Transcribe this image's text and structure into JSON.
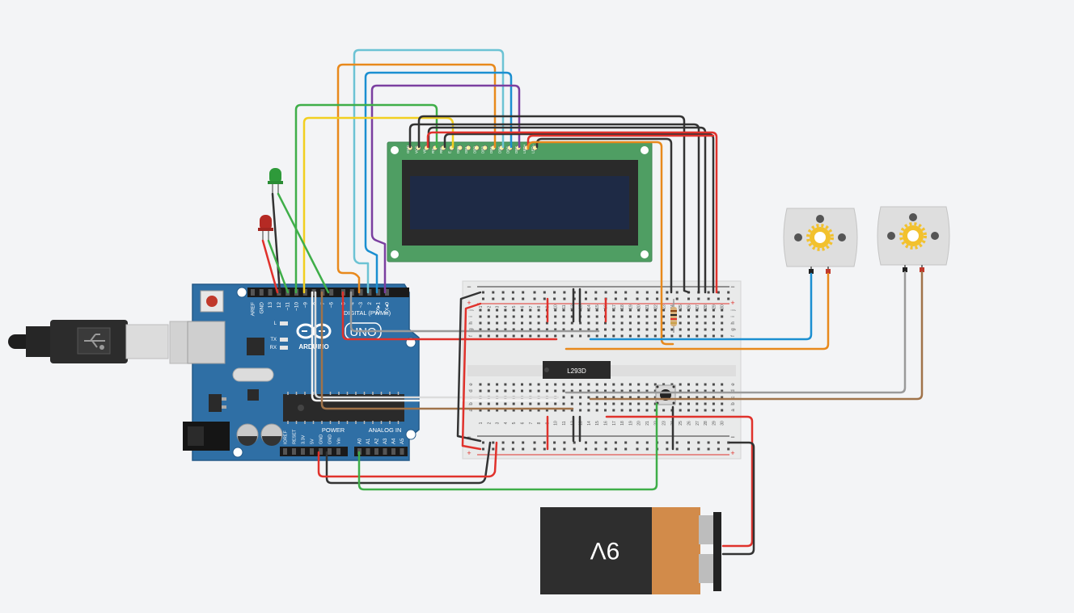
{
  "colors": {
    "background": "#f3f4f6",
    "arduino_board": "#2f6fa5",
    "lcd_board": "#4f9e63",
    "lcd_screen": "#1e2a45",
    "breadboard": "#e9eaea",
    "battery_body": "#2e2e2e",
    "battery_cap": "#d28b4a",
    "motor_body": "#d9d9d9",
    "motor_gear": "#f2c12e",
    "wire_red": "#e0322c",
    "wire_black": "#333333",
    "wire_green": "#3fae49",
    "wire_yellow": "#f2cf20",
    "wire_orange": "#e8891c",
    "wire_cyan": "#6cc3d4",
    "wire_blue": "#1b8fd1",
    "wire_purple": "#7b3fa0",
    "wire_white": "#f4f4f4",
    "wire_gray": "#9a9a9a",
    "wire_brown": "#a0734a"
  },
  "arduino": {
    "brand": "ARDUINO",
    "model": "UNO",
    "digital_header": "DIGITAL (PWM~)",
    "analog_header": "ANALOG IN",
    "power_header": "POWER",
    "top_pins": [
      "AREF",
      "GND",
      "13",
      "12",
      "~11",
      "~10",
      "~9",
      "8",
      "7",
      "~6",
      "~5",
      "4",
      "~3",
      "2",
      "TX▸1",
      "RX◂0"
    ],
    "power_pins": [
      "IOREF",
      "RESET",
      "3.3V",
      "5V",
      "GND",
      "GND",
      "Vin"
    ],
    "analog_pins": [
      "A0",
      "A1",
      "A2",
      "A3",
      "A4",
      "A5"
    ],
    "leds": [
      "L",
      "TX",
      "RX"
    ]
  },
  "lcd": {
    "pins": [
      "GND",
      "VCC",
      "V0",
      "RS",
      "RW",
      "E",
      "DB0",
      "DB1",
      "DB2",
      "DB3",
      "DB4",
      "DB5",
      "DB6",
      "DB7",
      "LED+",
      "LED−"
    ]
  },
  "breadboard": {
    "columns": [
      "1",
      "2",
      "3",
      "4",
      "5",
      "6",
      "7",
      "8",
      "9",
      "10",
      "11",
      "12",
      "13",
      "14",
      "15",
      "16",
      "17",
      "18",
      "19",
      "20",
      "21",
      "22",
      "23",
      "24",
      "25",
      "26",
      "27",
      "28",
      "29",
      "30"
    ],
    "rows_top": [
      "j",
      "i",
      "h",
      "g",
      "f"
    ],
    "rows_bottom": [
      "e",
      "d",
      "c",
      "b",
      "a"
    ],
    "rail_plus": "+",
    "rail_minus": "−"
  },
  "ic": {
    "label": "L293D"
  },
  "battery": {
    "label": "9V"
  },
  "motors": [
    {
      "id": "motor-1"
    },
    {
      "id": "motor-2"
    }
  ]
}
